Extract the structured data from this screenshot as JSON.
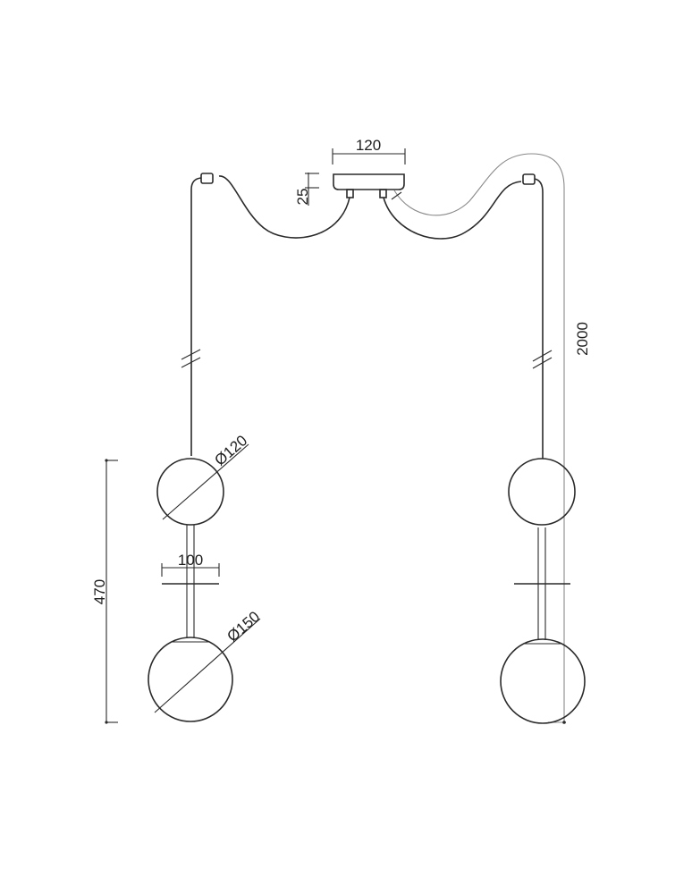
{
  "drawing": {
    "title": "Pendant lamp dimensional drawing",
    "colors": {
      "line": "#2a2a2a",
      "guide": "#8a8a8a",
      "background": "#ffffff"
    },
    "dimensions": {
      "canopy_width": "120",
      "canopy_height": "25",
      "cable_length": "2000",
      "upper_globe_diameter": "Ø120",
      "lower_globe_diameter": "Ø150",
      "disc_width": "100",
      "fixture_height": "470"
    }
  }
}
